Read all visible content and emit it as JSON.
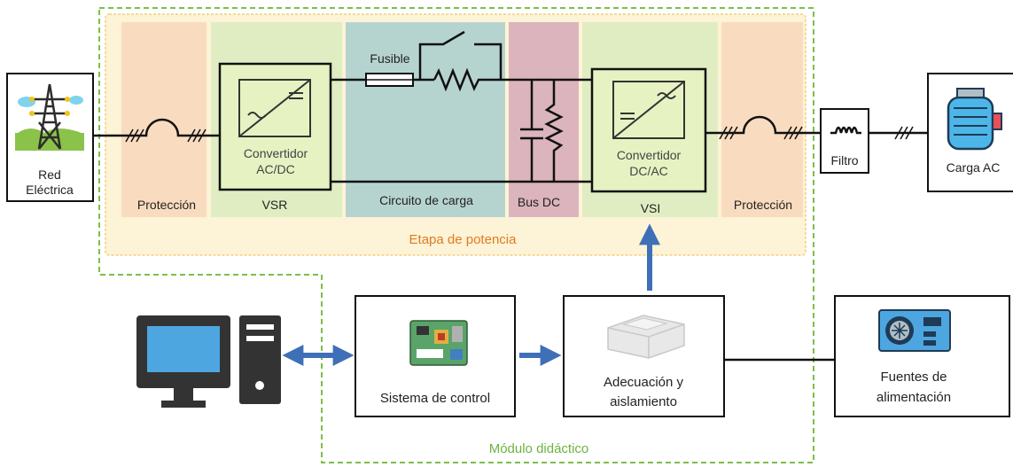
{
  "colors": {
    "power_stage_bg": "#fdf3d6",
    "power_stage_border": "#f2cf7f",
    "protection": "#f9dcc0",
    "converter_stage": "#e0edc2",
    "charge_circuit": "#b6d4cf",
    "dc_bus": "#dbb4bd",
    "converter_fill": "#e6f2c2",
    "didactic_border": "#7cbf4a",
    "title_orange": "#e07b20",
    "title_green": "#6db33f",
    "arrow_blue": "#3f6fb7"
  },
  "labels": {
    "grid": [
      "Red",
      "Eléctrica"
    ],
    "protection_left": "Protección",
    "protection_right": "Protección",
    "vsr_converter": [
      "Convertidor",
      "AC/DC"
    ],
    "vsr": "VSR",
    "fuse": "Fusible",
    "charge_circuit": "Circuito de carga",
    "dc_bus": "Bus DC",
    "vsi_converter": [
      "Convertidor",
      "DC/AC"
    ],
    "vsi": "VSI",
    "power_stage": "Etapa de potencia",
    "filter": "Filtro",
    "ac_load": "Carga AC",
    "control_system": "Sistema de control",
    "conditioning": [
      "Adecuación y",
      "aislamiento"
    ],
    "power_supplies": [
      "Fuentes de",
      "alimentación"
    ],
    "didactic_module": "Módulo didáctico"
  },
  "icons": {
    "grid": "power-tower-icon",
    "dc_converter": "converter-symbol-icon",
    "ac_load": "motor-icon",
    "computer": "computer-icon",
    "control_board": "circuit-board-icon",
    "conditioning": "isolation-module-icon",
    "power_supplies": "power-supply-icon"
  }
}
